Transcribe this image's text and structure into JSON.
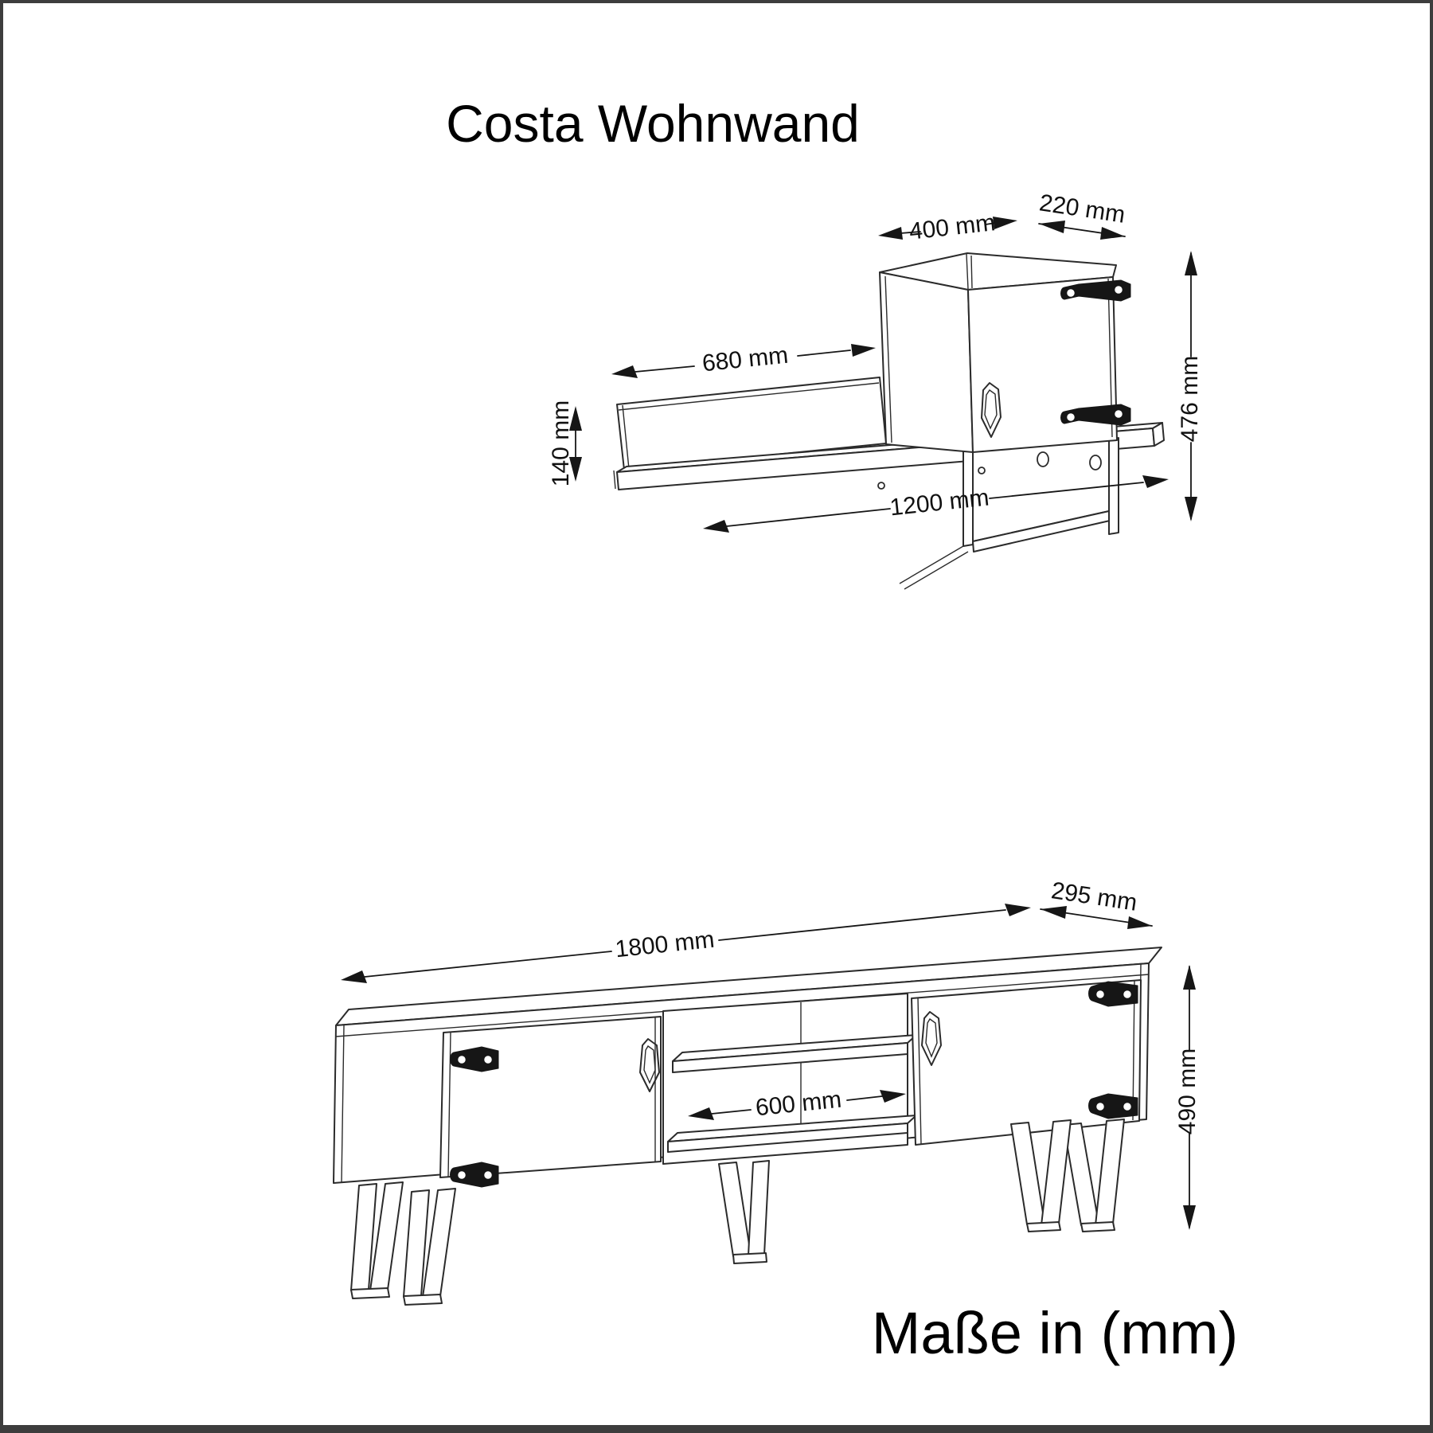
{
  "title": "Costa Wohnwand",
  "units_note": "Maße in (mm)",
  "wall_unit": {
    "dim_cabinet_width": "400 mm",
    "dim_cabinet_depth": "220 mm",
    "dim_shelf_length": "680 mm",
    "dim_shelf_back_height": "140 mm",
    "dim_total_width": "1200 mm",
    "dim_total_height": "476 mm"
  },
  "tv_stand": {
    "dim_total_width": "1800 mm",
    "dim_depth": "295 mm",
    "dim_open_shelf_width": "600 mm",
    "dim_total_height": "490 mm"
  },
  "colors": {
    "line": "#2b2b2b",
    "hardware": "#161616",
    "background": "#ffffff",
    "frame_border": "#3d3d3d"
  }
}
